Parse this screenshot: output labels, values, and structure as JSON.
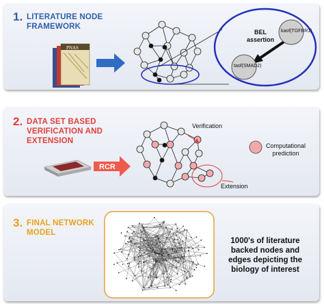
{
  "colors": {
    "step1": "#2e5faa",
    "step2": "#e0403a",
    "step3": "#e8a21f",
    "pink": "#f2a9ad",
    "grey": "#e6e6e6"
  },
  "steps": [
    {
      "number": "1.",
      "title_lines": [
        "LITERATURE NODE",
        "FRAMEWORK"
      ]
    },
    {
      "number": "2.",
      "title_lines": [
        "DATA SET BASED",
        "VERIFICATION AND",
        "EXTENSION"
      ]
    },
    {
      "number": "3.",
      "title_lines": [
        "FINAL NETWORK",
        "MODEL"
      ]
    }
  ],
  "step1_detail": {
    "journal_cover": "PNAS",
    "assertion_label_lines": [
      "BEL",
      "assertion"
    ],
    "node_top": "kaof(TGFBR1)",
    "node_bottom": "taof(SMAD2)"
  },
  "step2_detail": {
    "rcr_label": "RCR",
    "verification_label": "Verification",
    "extension_label": "Extension",
    "legend_label_lines": [
      "Computational",
      "prediction"
    ]
  },
  "step3_detail": {
    "summary_lines": [
      "1000's of literature",
      "backed nodes and",
      "edges depicting the",
      "biology of interest"
    ]
  }
}
